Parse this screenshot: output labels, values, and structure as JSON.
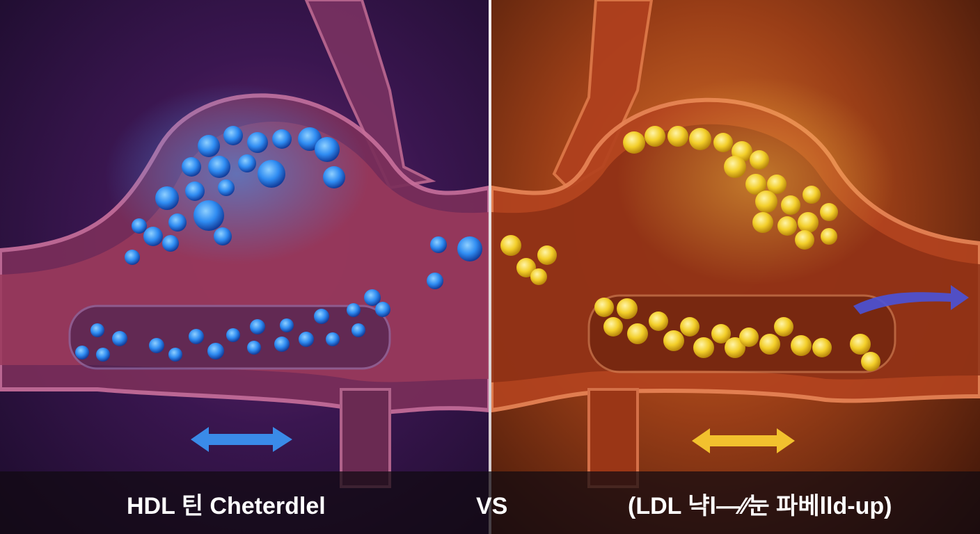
{
  "captions": {
    "left": "HDL 틴 Cheterdlel",
    "vs": "VS",
    "right": "(LDL 냑l—∕∕눈 파베lld-up)"
  },
  "colors": {
    "hdl_particle": "#2f8cf2",
    "ldl_particle": "#f3cf2a",
    "left_background": "#3a1650",
    "right_background": "#9a3e17",
    "vessel_left": "#8a3a6e",
    "vessel_right": "#c24a25",
    "blue_arrow": "#3a8be8",
    "yellow_arrow": "#f2c12e",
    "flow_arrow": "#4a52d8"
  },
  "icons": {
    "left_arrow": "double-headed-arrow-icon",
    "right_arrow": "double-headed-arrow-icon",
    "flow_arrow": "right-arrow-icon"
  }
}
